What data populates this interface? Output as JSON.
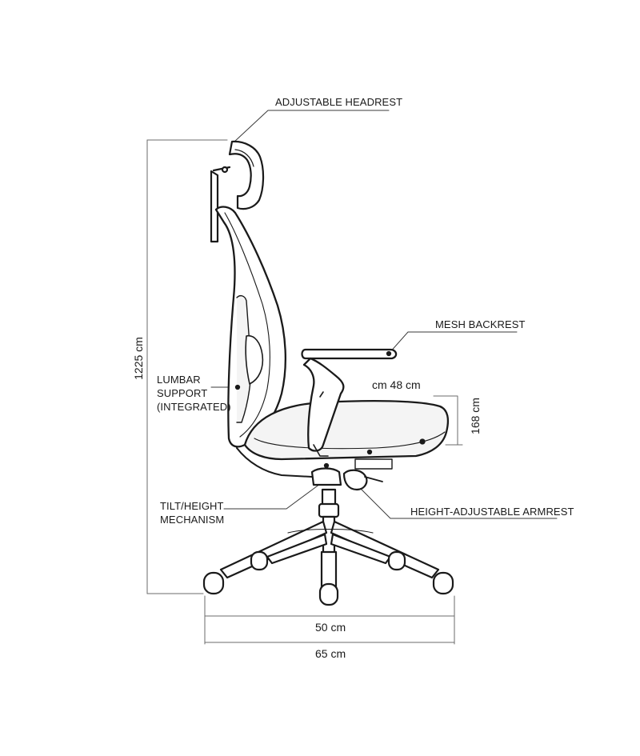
{
  "callouts": {
    "headrest": "ADJUSTABLE HEADREST",
    "backrest": "MESH BACKREST",
    "lumbar": [
      "LUMBAR",
      "SUPPORT",
      "(INTEGRATED)"
    ],
    "mechanism": [
      "TILT/HEIGHT",
      "MECHANISM"
    ],
    "armrest": "HEIGHT-ADJUSTABLE ARMREST"
  },
  "dimensions": {
    "total_height": "1225 cm",
    "seat_depth": "cm 48 cm",
    "seat_height": "168 cm",
    "base_inner": "50 cm",
    "base_outer": "65 cm"
  },
  "colors": {
    "line": "#1a1a1a",
    "dim_line": "#6b6b6b",
    "fill": "#f4f4f4"
  }
}
